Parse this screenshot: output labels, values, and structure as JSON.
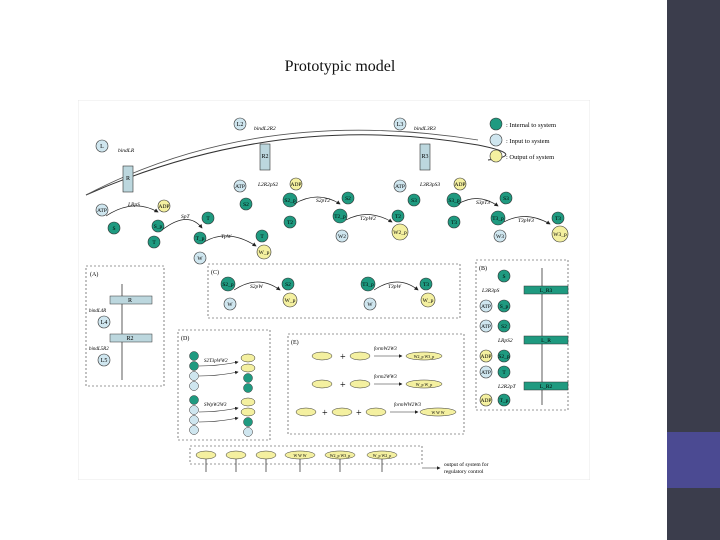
{
  "slide": {
    "title": "Prototypic model",
    "colors": {
      "sidebar": "#3b3d4c",
      "accent": "#4b4a92",
      "internal": "#1f9a80",
      "input": "#cfe6ef",
      "output": "#f4f0a0"
    }
  },
  "legend": {
    "internal": ": Internal to system",
    "input": ": Input to system",
    "output": ": Output of system"
  },
  "nodes": {
    "L": "L",
    "L2": "L2",
    "L3": "L3",
    "R": "R",
    "R2": "R2",
    "R3": "R3",
    "ATP": "ATP",
    "ADP": "ADP",
    "S": "S",
    "S_p": "S_p",
    "T": "T",
    "T_p": "T_p",
    "W": "W",
    "W_p": "W_p",
    "S2": "S2",
    "S2_p": "S2_p",
    "T2": "T2",
    "T2_p": "T2_p",
    "W2": "W2",
    "W2_p": "W2_p",
    "S3": "S3",
    "S3_p": "S3_p",
    "T3": "T3",
    "T3_p": "T3_p",
    "W3": "W3",
    "W3_p": "W3_p",
    "L4": "L4",
    "L5": "L5"
  },
  "reactions": {
    "bindLR": "bindLR",
    "bindL2R2": "bindL2R2",
    "bindL3R3": "bindL3R3",
    "LRpS": "LRpS",
    "L2R2pS2": "L2R2pS2",
    "L3R3pS3": "L3R3pS3",
    "SpT": "SpT",
    "TpW": "TpW",
    "S2pT2": "S2pT2",
    "T2pW2": "T2pW2",
    "S3pT3": "S3pT3",
    "T3pW3": "T3pW3",
    "bindL4R": "bindL4R",
    "bindL5R2": "bindL5R2",
    "S2pW": "S2pW",
    "T3pW": "T3pW",
    "S2T3pWW2": "S2T3pWW2",
    "SWpW2W3": "SWpW2W3",
    "L3R3pS": "L3R3pS",
    "LRpS2": "LRpS2",
    "L2R2pT": "L2R2pT",
    "formW2W3": "formW2W3",
    "form2WW3": "form2WW3",
    "formWW2W3": "formWW2W3"
  },
  "complexes": {
    "L_R3": "L_R3",
    "L_R": "L_R",
    "L_R2": "L_R2",
    "WpW2p": "W_p W2_p",
    "W2pW3p": "W2_p W3_p",
    "WpW2pW3p": "W_p W2_p W3_p",
    "WpWp": "W_p W_p",
    "WpWpW3p": "W_p W_p W3_p",
    "WWW": "W W W"
  },
  "panels": {
    "A": "(A)",
    "B": "(B)",
    "C": "(C)",
    "D": "(D)",
    "E": "(E)"
  },
  "output_note": {
    "line1": "output of system for",
    "line2": "regulatory control"
  }
}
